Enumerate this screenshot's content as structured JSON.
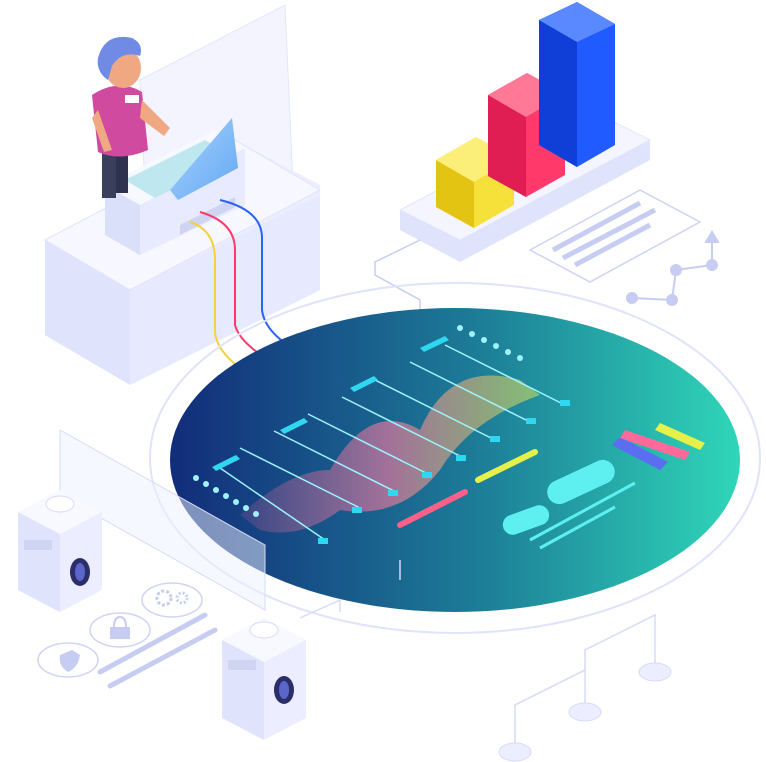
{
  "scene": {
    "description_kind": "isometric illustration",
    "elements": {
      "operator": {
        "icon": "person-icon",
        "shirt_color": "#d04aa0",
        "hair_color": "#6f8be6"
      },
      "workstation": {
        "icon": "laptop-icon",
        "color": "#eef0ff"
      },
      "bar_chart_3d": {
        "icon": "bar-chart-icon",
        "bars": [
          {
            "color": "#f6e13a",
            "relative_height": 0.35
          },
          {
            "color": "#ff3a6b",
            "relative_height": 0.6
          },
          {
            "color": "#1f5bff",
            "relative_height": 1.0
          }
        ]
      },
      "holo_display": {
        "icon": "data-dashboard-icon",
        "gradient_start": "#12307e",
        "gradient_end": "#2fd6b8"
      },
      "cables": {
        "colors": [
          "#f4d23c",
          "#ff3a6b",
          "#2a62ff"
        ]
      },
      "server_boxes": {
        "icon": "server-icon",
        "count": 2
      },
      "badges": [
        "shield-icon",
        "lock-icon",
        "gear-icon"
      ]
    }
  }
}
